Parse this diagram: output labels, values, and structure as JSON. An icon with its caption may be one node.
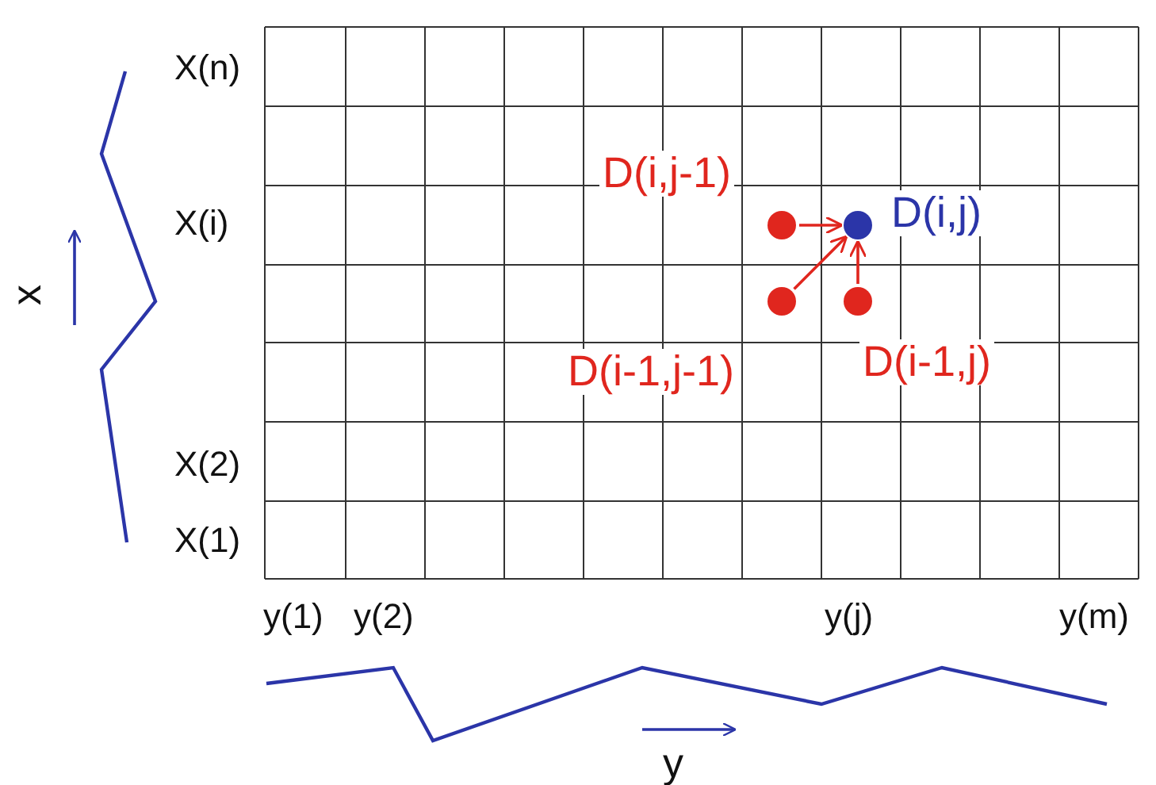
{
  "diagram": {
    "nodes": [
      {
        "text": [],
        "shape": "circle",
        "beside": [
          "D(i,j)"
        ]
      },
      {
        "text": [],
        "shape": "circle",
        "beside": [
          "D(i,j-1)"
        ]
      },
      {
        "text": [],
        "shape": "circle",
        "beside": [
          "D(i-1,j-1)"
        ]
      },
      {
        "text": [],
        "shape": "circle",
        "beside": [
          "D(i-1,j)"
        ]
      }
    ],
    "edges": [
      {
        "from": 1,
        "to": 0,
        "arrow": "to"
      },
      {
        "from": 2,
        "to": 0,
        "arrow": "to"
      },
      {
        "from": 3,
        "to": 0,
        "arrow": "to"
      }
    ],
    "labels": [
      "X(n)",
      "X(i)",
      "x",
      "X(2)",
      "X(1)",
      "y(1)",
      "y(2)",
      "y(j)",
      "y(m)",
      "y"
    ]
  }
}
